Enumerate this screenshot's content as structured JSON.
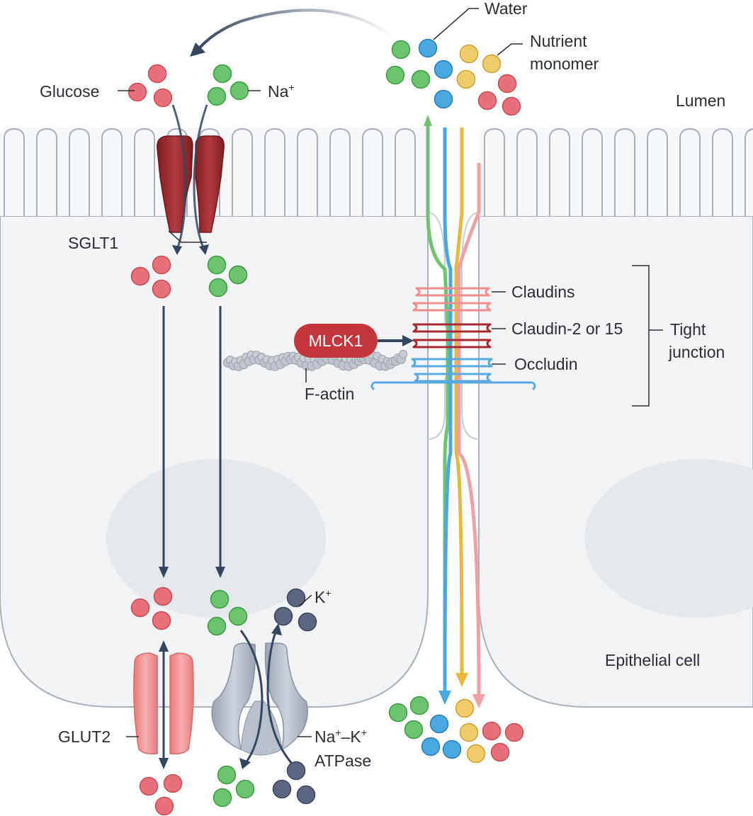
{
  "labels": {
    "water": "Water",
    "nutrient_line1": "Nutrient",
    "nutrient_line2": "monomer",
    "lumen": "Lumen",
    "glucose": "Glucose",
    "na_base": "Na",
    "plus": "+",
    "sglt1": "SGLT1",
    "claudins": "Claudins",
    "claudin2": "Claudin-2 or 15",
    "occludin": "Occludin",
    "tight_line1": "Tight",
    "tight_line2": "junction",
    "mlck1": "MLCK1",
    "factin": "F-actin",
    "k_base": "K",
    "epithelial": "Epithelial cell",
    "glut2": "GLUT2",
    "atpase_na": "Na",
    "atpase_dash": "–K",
    "atpase_line2": "ATPase"
  },
  "colors": {
    "glucose": "#e8707a",
    "sodium": "#6cc46e",
    "water": "#4aa8e0",
    "nutrient": "#f0cd6a",
    "potassium": "#5d6680",
    "sglt1": "#9b2a30",
    "glut2": "#ee8c8f",
    "mlck1": "#c5363c",
    "arrow": "#34465e",
    "cell": "#f1f3f5",
    "outline": "#a9b1bb",
    "nucleus": "#e5e8eb"
  }
}
